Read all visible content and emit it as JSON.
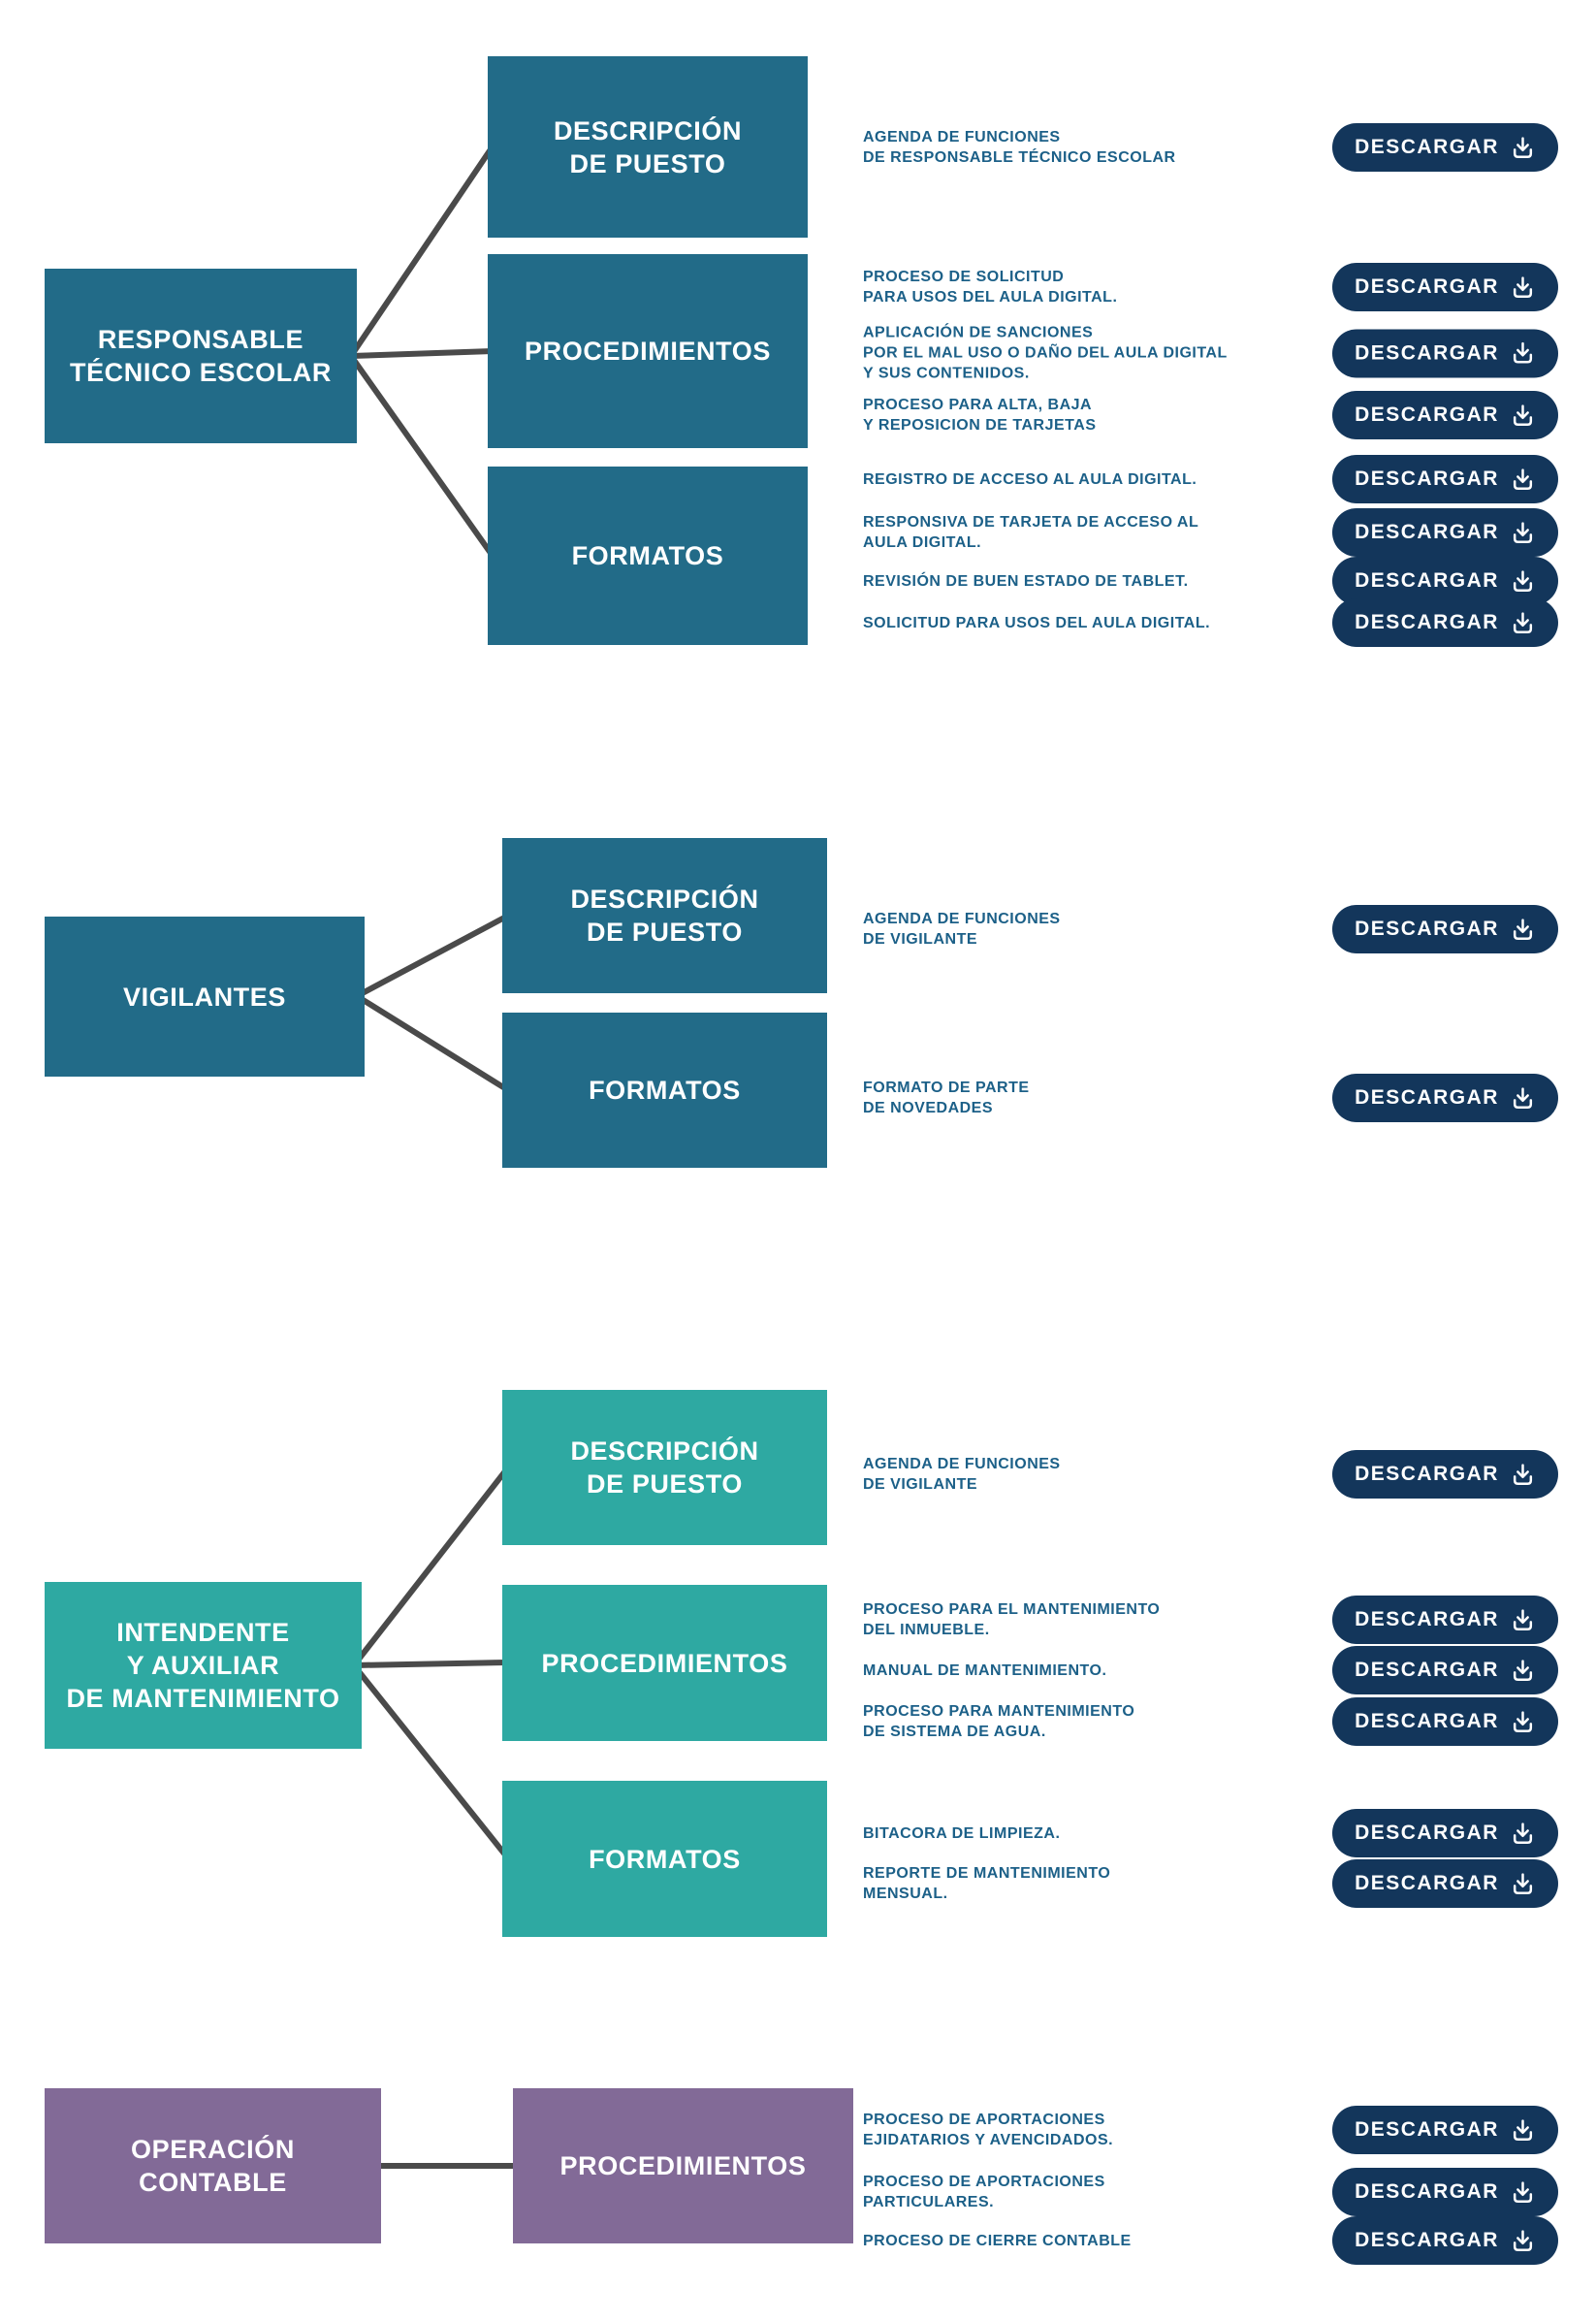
{
  "labels": {
    "download": "DESCARGAR"
  },
  "colors": {
    "dark_teal": "#226B88",
    "teal": "#2EA9A2",
    "purple": "#826A97",
    "button_navy": "#13365B",
    "document_text": "#1C6088",
    "connector_gray": "#4A4A4A"
  },
  "sections": [
    {
      "root": "RESPONSABLE\nTÉCNICO ESCOLAR",
      "branches": [
        {
          "label": "DESCRIPCIÓN\nDE PUESTO",
          "documents": [
            {
              "title": "AGENDA DE FUNCIONES\nDE RESPONSABLE TÉCNICO ESCOLAR"
            }
          ]
        },
        {
          "label": "PROCEDIMIENTOS",
          "documents": [
            {
              "title": "PROCESO DE SOLICITUD\nPARA USOS DEL AULA DIGITAL."
            },
            {
              "title": "APLICACIÓN DE SANCIONES\nPOR EL MAL USO O DAÑO DEL AULA DIGITAL\nY SUS CONTENIDOS."
            },
            {
              "title": "PROCESO PARA ALTA, BAJA\nY REPOSICION DE TARJETAS"
            }
          ]
        },
        {
          "label": "FORMATOS",
          "documents": [
            {
              "title": "REGISTRO DE ACCESO AL AULA DIGITAL."
            },
            {
              "title": "RESPONSIVA DE TARJETA DE ACCESO AL\nAULA DIGITAL."
            },
            {
              "title": "REVISIÓN DE BUEN ESTADO DE TABLET."
            },
            {
              "title": "SOLICITUD PARA USOS DEL AULA DIGITAL."
            }
          ]
        }
      ]
    },
    {
      "root": "VIGILANTES",
      "branches": [
        {
          "label": "DESCRIPCIÓN\nDE PUESTO",
          "documents": [
            {
              "title": "AGENDA DE FUNCIONES\nDE VIGILANTE"
            }
          ]
        },
        {
          "label": "FORMATOS",
          "documents": [
            {
              "title": "FORMATO DE PARTE\nDE NOVEDADES"
            }
          ]
        }
      ]
    },
    {
      "root": "INTENDENTE\nY AUXILIAR\nDE MANTENIMIENTO",
      "branches": [
        {
          "label": "DESCRIPCIÓN\nDE PUESTO",
          "documents": [
            {
              "title": "AGENDA DE FUNCIONES\nDE VIGILANTE"
            }
          ]
        },
        {
          "label": "PROCEDIMIENTOS",
          "documents": [
            {
              "title": "PROCESO PARA EL MANTENIMIENTO\nDEL INMUEBLE."
            },
            {
              "title": "MANUAL DE MANTENIMIENTO."
            },
            {
              "title": "PROCESO PARA MANTENIMIENTO\nDE SISTEMA DE AGUA."
            }
          ]
        },
        {
          "label": "FORMATOS",
          "documents": [
            {
              "title": "BITACORA DE LIMPIEZA."
            },
            {
              "title": "REPORTE DE MANTENIMIENTO\nMENSUAL."
            }
          ]
        }
      ]
    },
    {
      "root": "OPERACIÓN\nCONTABLE",
      "branches": [
        {
          "label": "PROCEDIMIENTOS",
          "documents": [
            {
              "title": "PROCESO DE APORTACIONES\nEJIDATARIOS Y AVENCIDADOS."
            },
            {
              "title": "PROCESO DE APORTACIONES\nPARTICULARES."
            },
            {
              "title": "PROCESO DE CIERRE CONTABLE"
            }
          ]
        }
      ]
    }
  ]
}
